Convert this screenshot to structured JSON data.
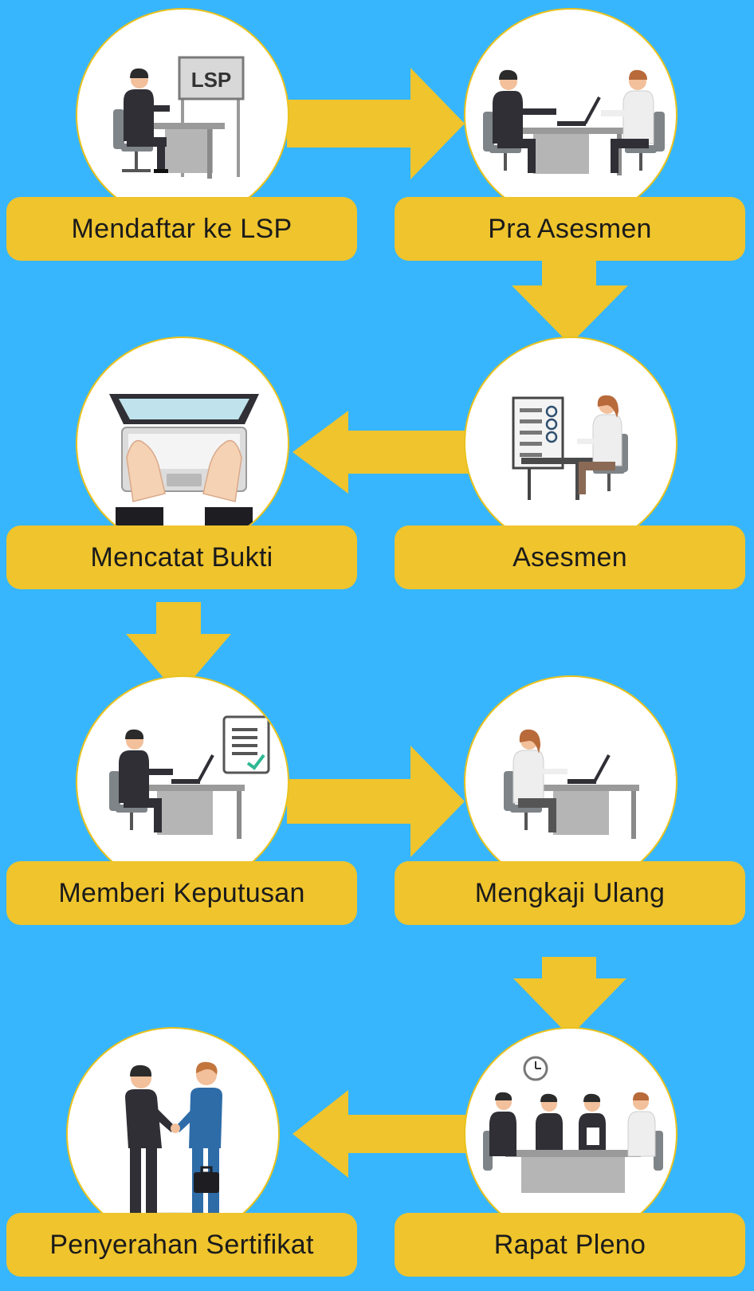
{
  "steps": [
    {
      "label": "Mendaftar ke LSP",
      "sign": "LSP",
      "icon": "registration-desk-icon"
    },
    {
      "label": "Pra Asesmen",
      "icon": "pre-assessment-meeting-icon"
    },
    {
      "label": "Asesmen",
      "icon": "assessment-checklist-icon"
    },
    {
      "label": "Mencatat Bukti",
      "icon": "laptop-typing-icon"
    },
    {
      "label": "Memberi Keputusan",
      "icon": "decision-document-icon"
    },
    {
      "label": "Mengkaji Ulang",
      "icon": "review-laptop-icon"
    },
    {
      "label": "Rapat Pleno",
      "icon": "plenary-meeting-icon"
    },
    {
      "label": "Penyerahan Sertifikat",
      "icon": "handshake-icon"
    }
  ],
  "colors": {
    "background": "#37b6fd",
    "accent": "#efc42d",
    "circle": "#ffffff",
    "suit": "#2f2f35",
    "desk": "#a8a8a8",
    "chair": "#7e8488"
  }
}
